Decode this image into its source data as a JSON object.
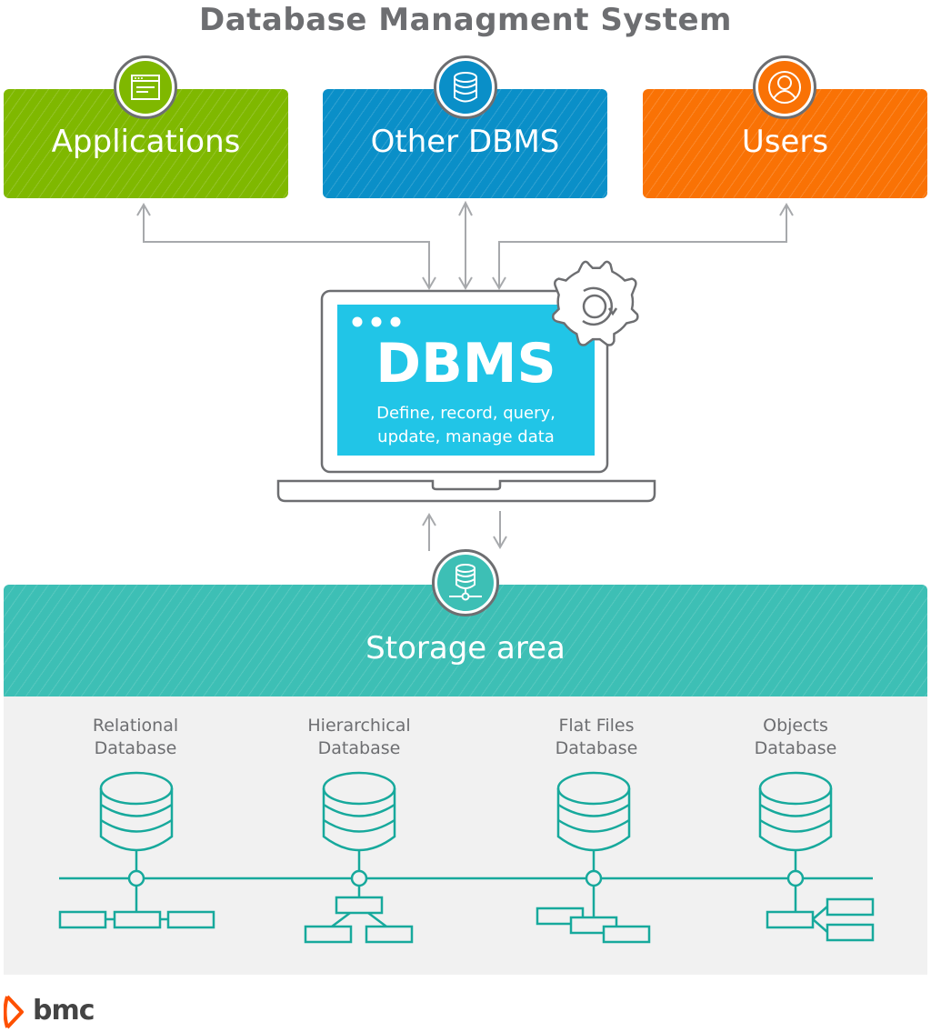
{
  "title": "Database Managment System",
  "top_nodes": [
    {
      "id": "applications",
      "label": "Applications",
      "icon": "application-window-icon",
      "color": "#7fb800"
    },
    {
      "id": "other-dbms",
      "label": "Other DBMS",
      "icon": "database-icon",
      "color": "#0a8fc8"
    },
    {
      "id": "users",
      "label": "Users",
      "icon": "user-icon",
      "color": "#f97205"
    }
  ],
  "dbms": {
    "title": "DBMS",
    "description_line1": "Define, record, query,",
    "description_line2": "update, manage data",
    "screen_color": "#21c5e7",
    "icon": "gear-refresh-icon"
  },
  "storage": {
    "label": "Storage area",
    "icon": "database-network-icon",
    "color": "#3dbfb5"
  },
  "databases": [
    {
      "line1": "Relational",
      "line2": "Database",
      "structure": "linked-chain"
    },
    {
      "line1": "Hierarchical",
      "line2": "Database",
      "structure": "tree"
    },
    {
      "line1": "Flat Files",
      "line2": "Database",
      "structure": "stacked"
    },
    {
      "line1": "Objects",
      "line2": "Database",
      "structure": "branch"
    }
  ],
  "colors": {
    "connector": "#a7a9ac",
    "outline": "#6d6e71",
    "db_stroke": "#17a99c",
    "panel": "#f1f1f1"
  },
  "logo": {
    "text": "bmc",
    "color": "#fe5000"
  }
}
